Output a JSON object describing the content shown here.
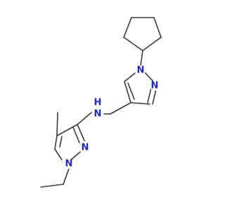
{
  "molecule": {
    "atoms": [
      {
        "id": "n_pz1_1",
        "label": "N",
        "color": "#1f28c9"
      },
      {
        "id": "n_pz1_2",
        "label": "N",
        "color": "#1f28c9"
      },
      {
        "id": "n_amine",
        "label": "N",
        "color": "#1f28c9"
      },
      {
        "id": "h_amine",
        "label": "H",
        "color": "#1f28c9"
      },
      {
        "id": "n_pz2_2",
        "label": "N",
        "color": "#1f28c9"
      },
      {
        "id": "n_pz2_1",
        "label": "N",
        "color": "#1f28c9"
      }
    ],
    "bond_color": "#3a3a3a",
    "background": "#ffffff"
  }
}
